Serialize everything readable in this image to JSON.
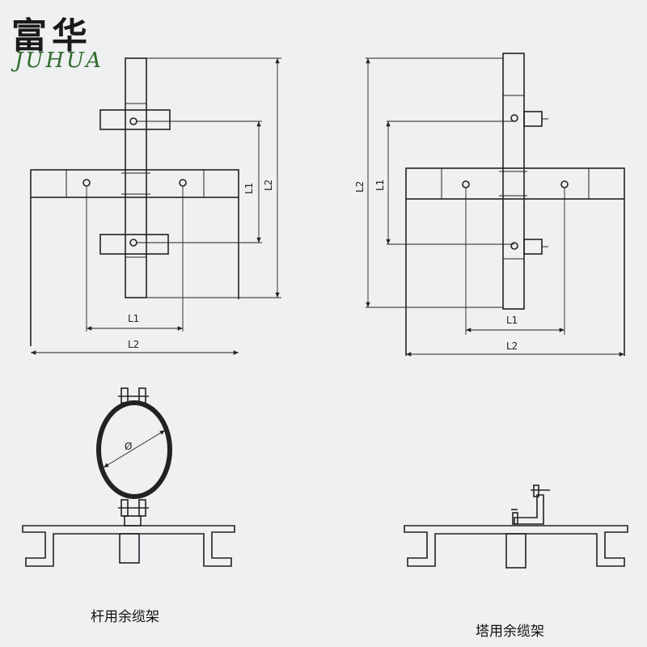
{
  "logo": {
    "chinese": "富华",
    "english": "JUHUA"
  },
  "left_drawing": {
    "dims": {
      "h_short": "L1",
      "h_long": "L2",
      "v_short": "L1",
      "v_long": "L2"
    },
    "clamp_label": "Ø",
    "caption": "杆用余缆架"
  },
  "right_drawing": {
    "dims": {
      "h_short": "L1",
      "h_long": "L2",
      "v_short": "L1",
      "v_long": "L2"
    },
    "caption": "塔用余缆架"
  }
}
